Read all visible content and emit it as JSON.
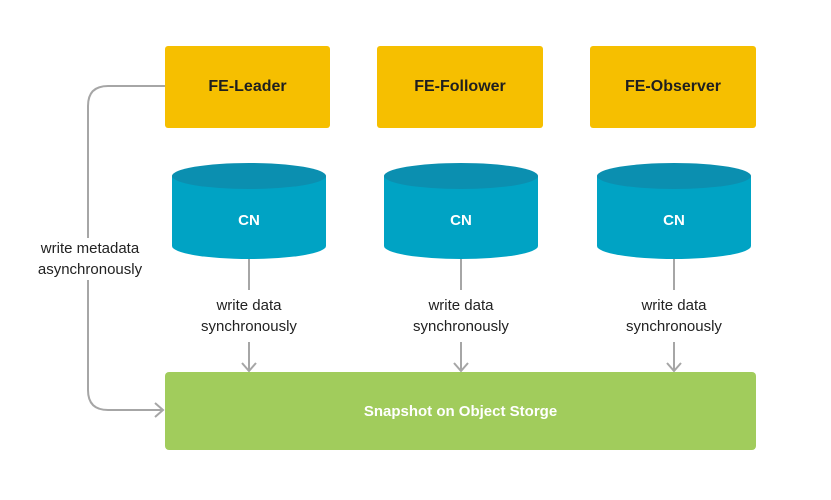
{
  "colors": {
    "fe_fill": "#f6bf00",
    "cn_fill": "#00a3c4",
    "cn_top": "#0b8fb0",
    "storage_fill": "#a1cc5c",
    "connector": "#a6a6a6"
  },
  "frontends": [
    {
      "label": "FE-Leader"
    },
    {
      "label": "FE-Follower"
    },
    {
      "label": "FE-Observer"
    }
  ],
  "compute_nodes": [
    {
      "label": "CN"
    },
    {
      "label": "CN"
    },
    {
      "label": "CN"
    }
  ],
  "data_edges": [
    {
      "line1": "write data",
      "line2": "synchronously"
    },
    {
      "line1": "write data",
      "line2": "synchronously"
    },
    {
      "line1": "write data",
      "line2": "synchronously"
    }
  ],
  "metadata_edge": {
    "line1": "write metadata",
    "line2": "asynchronously"
  },
  "storage": {
    "label": "Snapshot on Object Storge"
  }
}
